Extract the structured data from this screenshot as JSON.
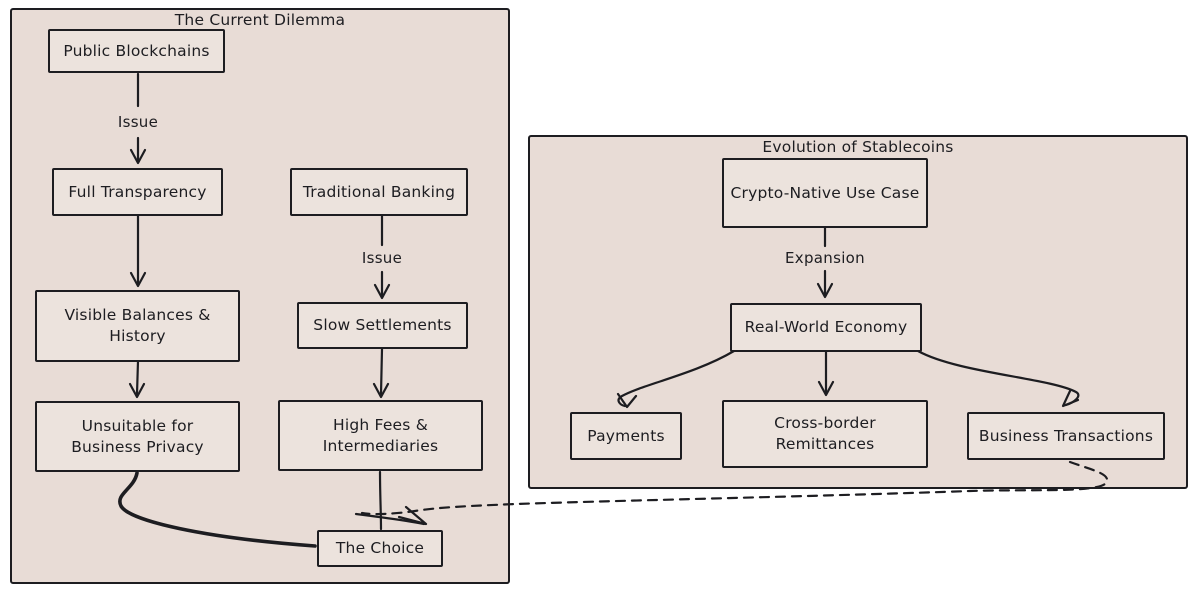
{
  "colors": {
    "canvas-bg": "#ffffff",
    "panel-fill": "#e8dcd6",
    "node-fill": "#ece3dd",
    "stroke": "#1d1d21",
    "text": "#1d1d21"
  },
  "left_panel": {
    "title": "The Current Dilemma",
    "nodes": {
      "public_blockchains": "Public Blockchains",
      "full_transparency": "Full Transparency",
      "traditional_banking": "Traditional Banking",
      "visible_balances": "Visible Balances & History",
      "slow_settlements": "Slow Settlements",
      "unsuitable_privacy": "Unsuitable for Business Privacy",
      "high_fees": "High Fees & Intermediaries",
      "the_choice": "The Choice"
    },
    "edge_labels": {
      "issue_left": "Issue",
      "issue_right": "Issue"
    }
  },
  "right_panel": {
    "title": "Evolution of Stablecoins",
    "nodes": {
      "crypto_native": "Crypto-Native Use Case",
      "real_world_economy": "Real-World Economy",
      "payments": "Payments",
      "cross_border": "Cross-border Remittances",
      "business_transactions": "Business Transactions"
    },
    "edge_labels": {
      "expansion": "Expansion"
    }
  },
  "connections": [
    {
      "from": "Public Blockchains",
      "to": "Full Transparency",
      "label": "Issue",
      "style": "solid-arrow"
    },
    {
      "from": "Full Transparency",
      "to": "Visible Balances & History",
      "label": "",
      "style": "solid-arrow"
    },
    {
      "from": "Visible Balances & History",
      "to": "Unsuitable for Business Privacy",
      "label": "",
      "style": "solid-arrow"
    },
    {
      "from": "Traditional Banking",
      "to": "Slow Settlements",
      "label": "Issue",
      "style": "solid-arrow"
    },
    {
      "from": "Slow Settlements",
      "to": "High Fees & Intermediaries",
      "label": "",
      "style": "solid-arrow"
    },
    {
      "from": "Unsuitable for Business Privacy",
      "to": "The Choice",
      "label": "",
      "style": "solid-line"
    },
    {
      "from": "High Fees & Intermediaries",
      "to": "The Choice",
      "label": "",
      "style": "solid-line"
    },
    {
      "from": "Crypto-Native Use Case",
      "to": "Real-World Economy",
      "label": "Expansion",
      "style": "solid-arrow"
    },
    {
      "from": "Real-World Economy",
      "to": "Payments",
      "label": "",
      "style": "solid-arrow"
    },
    {
      "from": "Real-World Economy",
      "to": "Cross-border Remittances",
      "label": "",
      "style": "solid-arrow"
    },
    {
      "from": "Real-World Economy",
      "to": "Business Transactions",
      "label": "",
      "style": "solid-arrow"
    },
    {
      "from": "Business Transactions",
      "to": "The Choice",
      "label": "",
      "style": "dashed-arrow"
    }
  ]
}
